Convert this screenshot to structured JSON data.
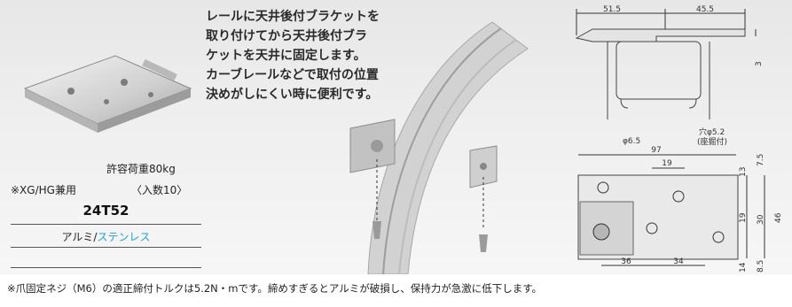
{
  "description_lines": [
    "レールに天井後付ブラケットを",
    "取り付けてから天井後付ブラ",
    "ケットを天井に固定します。",
    "カーブレールなどで取付の位置",
    "決めがしにくい時に便利です。"
  ],
  "product": {
    "load": "許容荷重80kg",
    "compat": "※XG/HG兼用",
    "pack": "〈入数10〉",
    "model": "24T52",
    "material_1": "アルミ/",
    "material_2": "ステンレス"
  },
  "dimensions": {
    "top_left": "51.5",
    "top_right": "45.5",
    "top_side": "3",
    "hole_a": "φ6.5",
    "hole_b_1": "穴φ5.2",
    "hole_b_2": "(座掘付)",
    "width": "97",
    "pitch": "19",
    "bottom_left": "36",
    "bottom_right": "34",
    "r_13": "13",
    "r_7_5": "7.5",
    "r_19": "19",
    "r_30": "30",
    "r_46": "46",
    "r_14": "14",
    "r_8_5": "8.5"
  },
  "footer_note": "※爪固定ネジ（M6）の適正締付トルクは5.2N・mです。締めすぎるとアルミが破損し、保持力が急激に低下します。",
  "colors": {
    "accent_blue": "#1aa3d6"
  }
}
